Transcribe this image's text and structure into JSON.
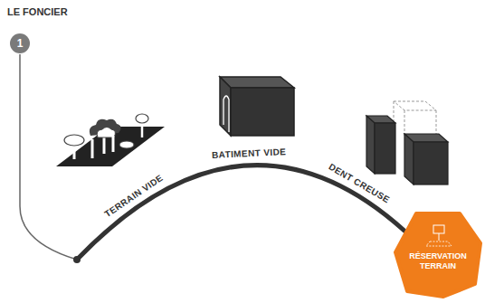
{
  "diagram": {
    "title": "LE FONCIER",
    "nodes": [
      {
        "text": [
          "1"
        ]
      },
      {
        "text": [
          "RÉSERVATION TERRAIN"
        ]
      }
    ],
    "edges": [
      {
        "from": 0,
        "to": 1,
        "arrow": "none"
      }
    ],
    "labels": [
      "TERRAIN VIDE",
      "BATIMENT VIDE",
      "DENT CREUSE"
    ]
  }
}
